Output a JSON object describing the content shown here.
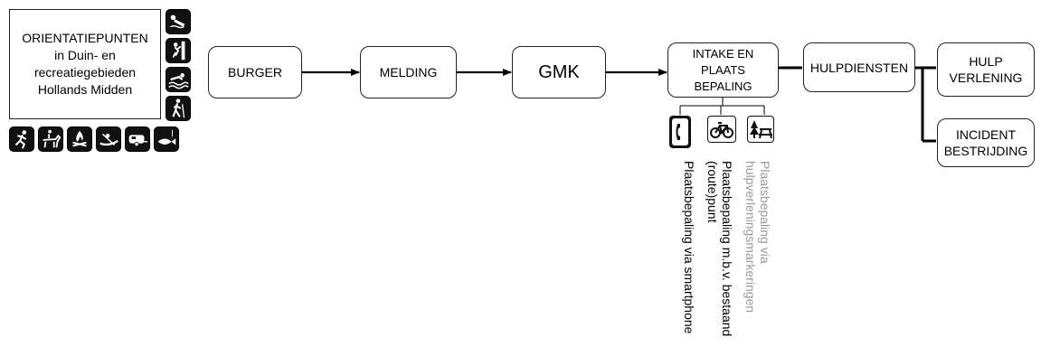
{
  "title_box": {
    "lines": [
      "ORIENTATIEPUNTEN",
      "in Duin- en",
      "recreatiegebieden",
      "Hollands Midden"
    ]
  },
  "activity_icons": {
    "side": [
      "diving-icon",
      "climbing-icon",
      "swimming-icon",
      "hiking-icon"
    ],
    "bottom": [
      "running-icon",
      "horse-riding-icon",
      "campfire-icon",
      "kayak-icon",
      "caravan-icon",
      "fishing-icon"
    ]
  },
  "flow": {
    "burger": "BURGER",
    "melding": "MELDING",
    "gmk": "GMK",
    "intake": [
      "INTAKE EN",
      "PLAATS",
      "BEPALING"
    ],
    "hulpdiensten": "HULPDIENSTEN",
    "hulp_verlening": [
      "HULP",
      "VERLENING"
    ],
    "incident_bestrijding": [
      "INCIDENT",
      "BESTRIJDING"
    ]
  },
  "location_methods": [
    {
      "icon": "smartphone-icon",
      "text": "Plaatsbepaling via smartphone",
      "color": "#000000"
    },
    {
      "icon": "bicycle-icon",
      "text": "Plaatsbepaling m.b.v. bestaand\n(route)punt",
      "color": "#000000"
    },
    {
      "icon": "picnic-table-icon",
      "text": "Plaatsbepaling via\nhulpverleningsmarkeringen",
      "color": "#9a9a9a"
    }
  ]
}
